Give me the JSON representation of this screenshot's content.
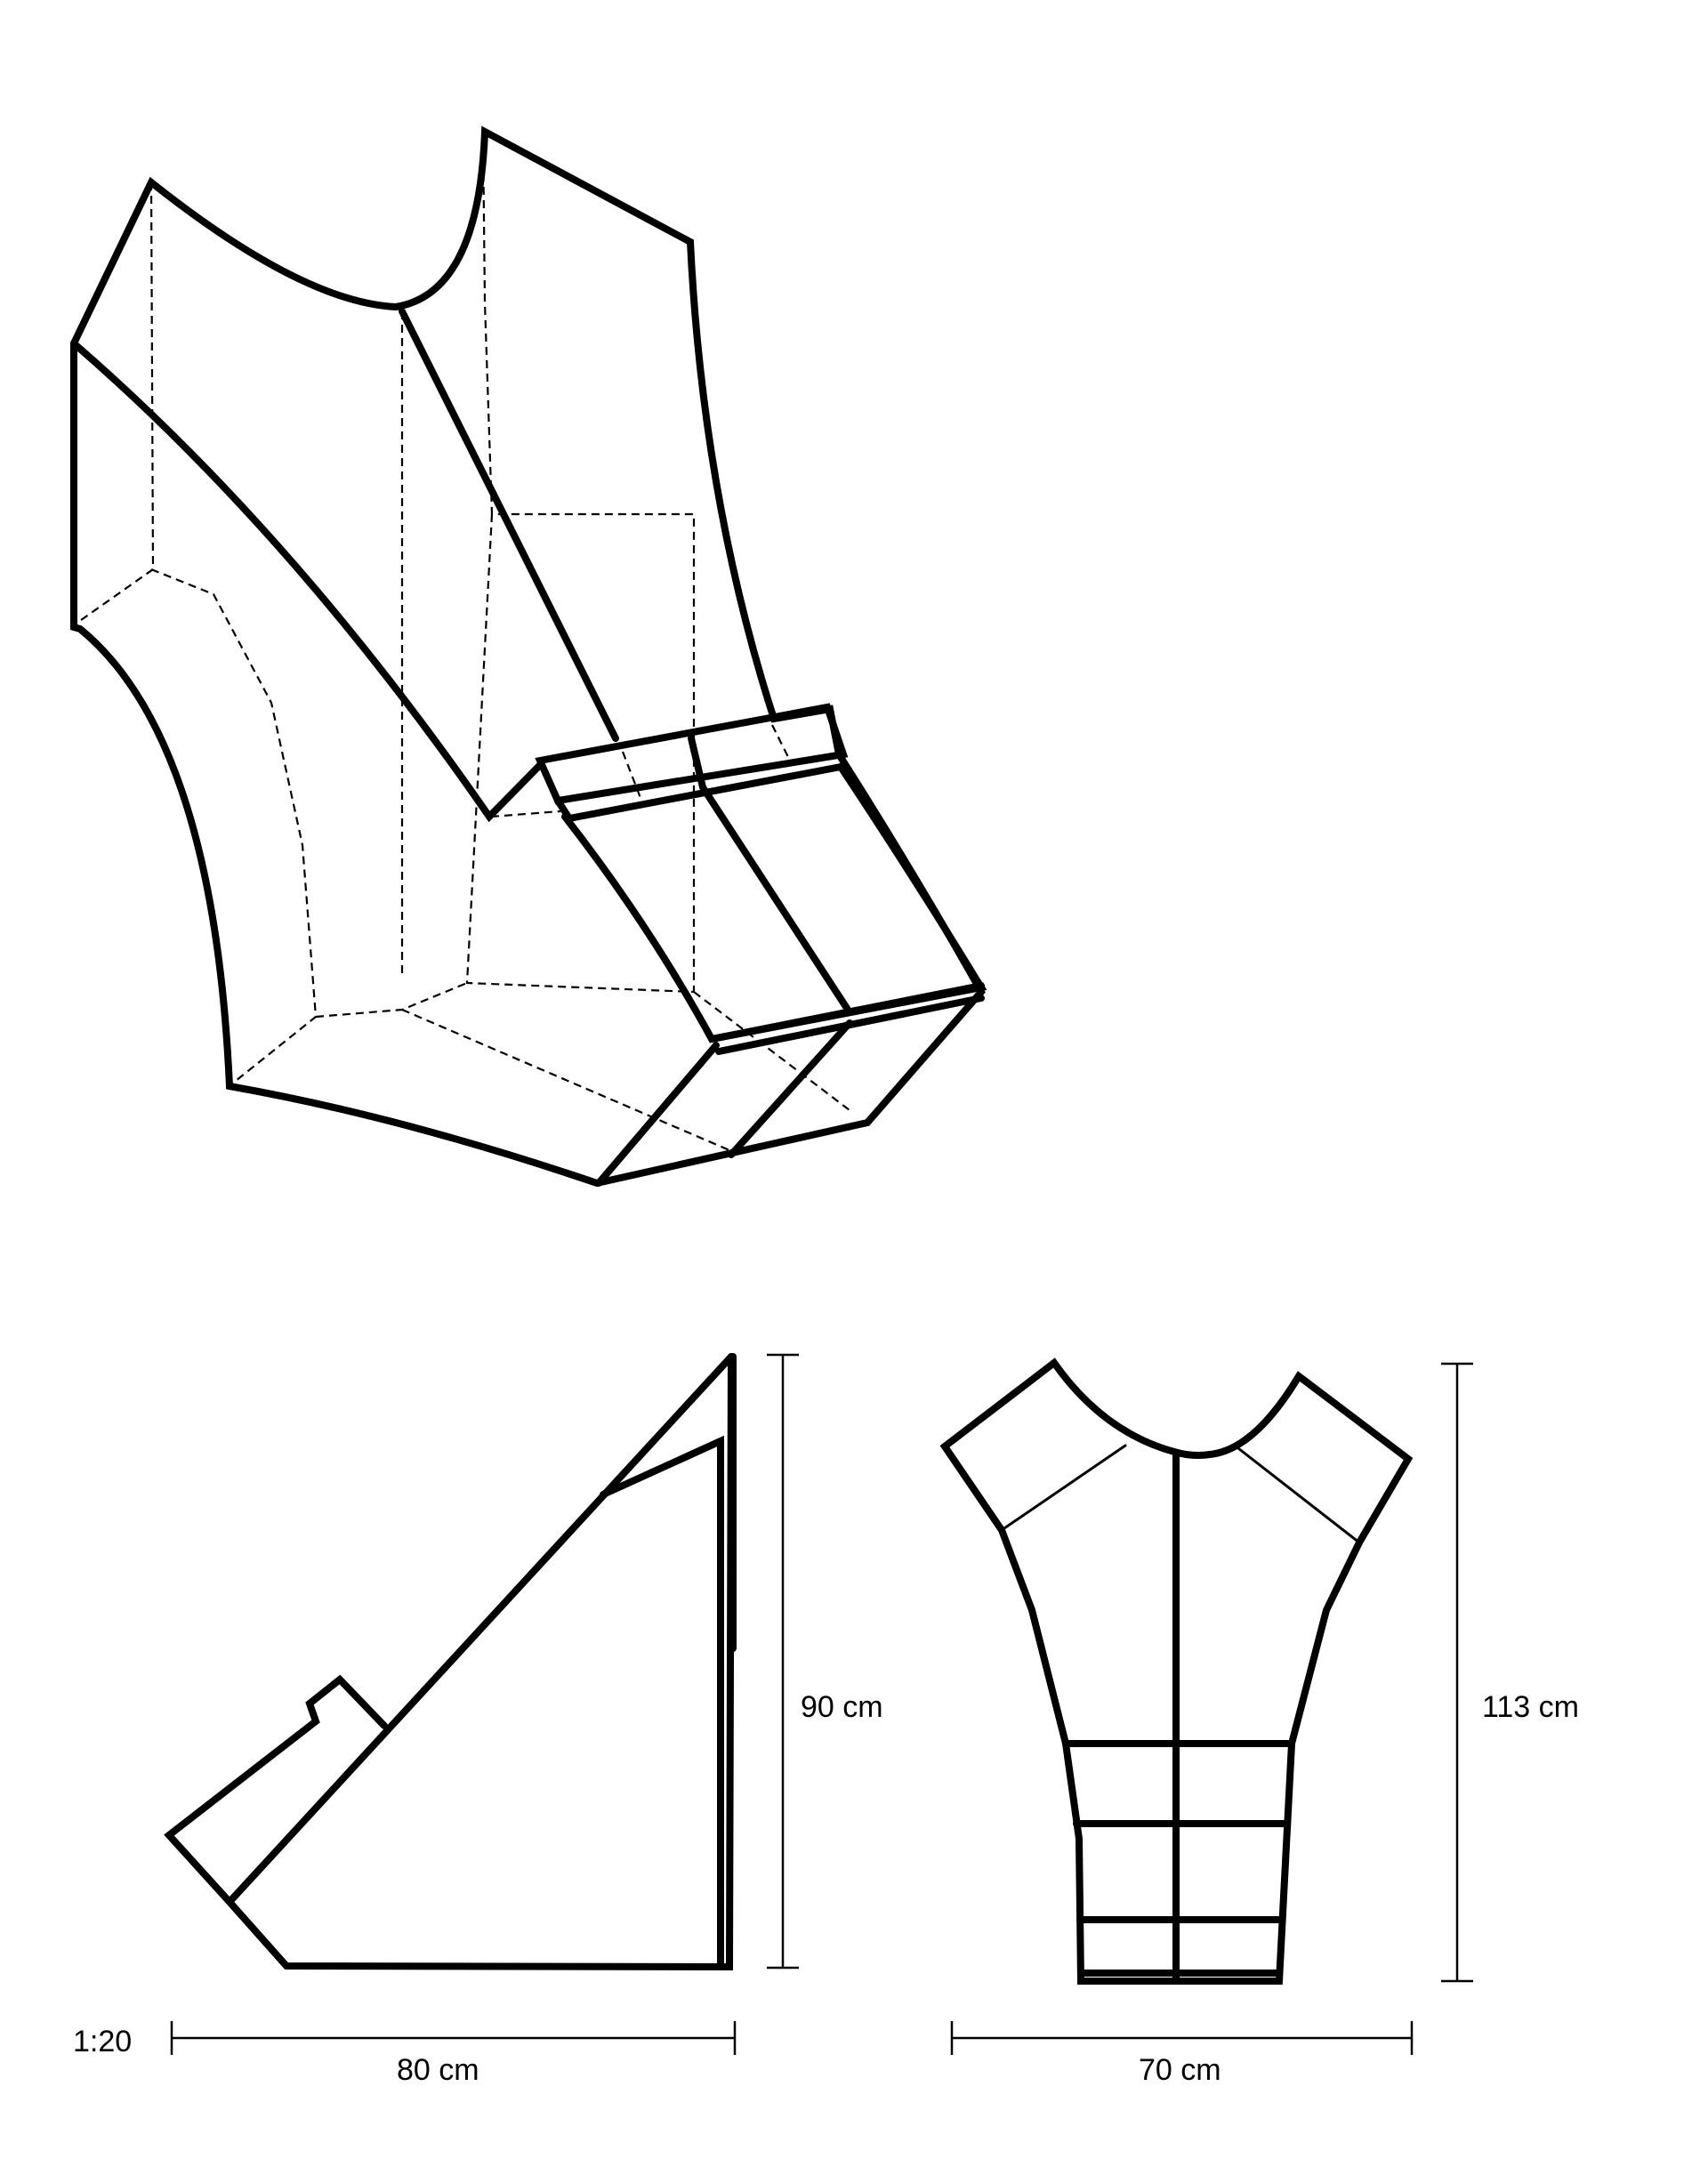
{
  "scale_label": "1:20",
  "side_view": {
    "height_label": "90 cm",
    "width_label": "80 cm"
  },
  "front_view": {
    "height_label": "113 cm",
    "width_label": "70 cm"
  },
  "colors": {
    "line": "#000000",
    "background": "#ffffff"
  }
}
